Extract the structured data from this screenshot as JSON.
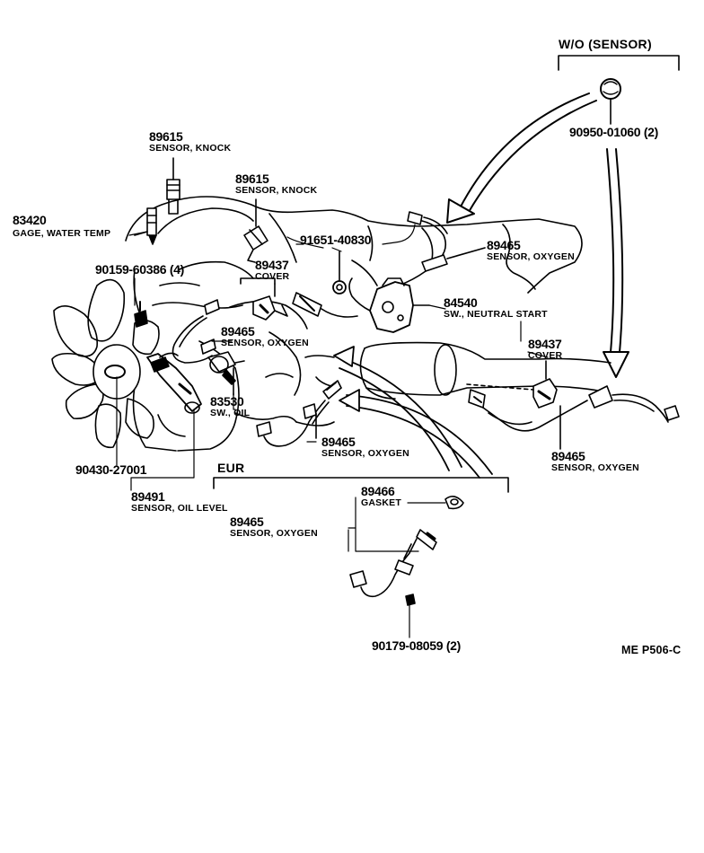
{
  "groups": {
    "wo_sensor": "W/O (SENSOR)",
    "eur": "EUR"
  },
  "callouts": [
    {
      "id": "knock-1",
      "part": "89615",
      "desc": "SENSOR, KNOCK"
    },
    {
      "id": "knock-2",
      "part": "89615",
      "desc": "SENSOR, KNOCK"
    },
    {
      "id": "water-temp",
      "part": "83420",
      "desc": "GAGE, WATER TEMP"
    },
    {
      "id": "bolt",
      "part": "90159-60386 (4)",
      "desc": ""
    },
    {
      "id": "cover-1",
      "part": "89437",
      "desc": "COVER"
    },
    {
      "id": "oxy-1",
      "part": "89465",
      "desc": "SENSOR, OXYGEN"
    },
    {
      "id": "plug",
      "part": "91651-40830",
      "desc": ""
    },
    {
      "id": "oxy-2",
      "part": "89465",
      "desc": "SENSOR, OXYGEN"
    },
    {
      "id": "neutral",
      "part": "84540",
      "desc": "SW., NEUTRAL START"
    },
    {
      "id": "cover-2",
      "part": "89437",
      "desc": "COVER"
    },
    {
      "id": "oil-sw",
      "part": "83530",
      "desc": "SW., OIL"
    },
    {
      "id": "oxy-3",
      "part": "89465",
      "desc": "SENSOR, OXYGEN"
    },
    {
      "id": "oxy-4",
      "part": "89465",
      "desc": "SENSOR, OXYGEN"
    },
    {
      "id": "gasket-ring",
      "part": "90430-27001",
      "desc": ""
    },
    {
      "id": "oil-level",
      "part": "89491",
      "desc": "SENSOR, OIL LEVEL"
    },
    {
      "id": "gasket",
      "part": "89466",
      "desc": "GASKET"
    },
    {
      "id": "oxy-eur",
      "part": "89465",
      "desc": "SENSOR, OXYGEN"
    },
    {
      "id": "nut",
      "part": "90179-08059 (2)",
      "desc": ""
    },
    {
      "id": "wo-plug",
      "part": "90950-01060 (2)",
      "desc": ""
    }
  ],
  "diagram_ref": "ME P506-C"
}
